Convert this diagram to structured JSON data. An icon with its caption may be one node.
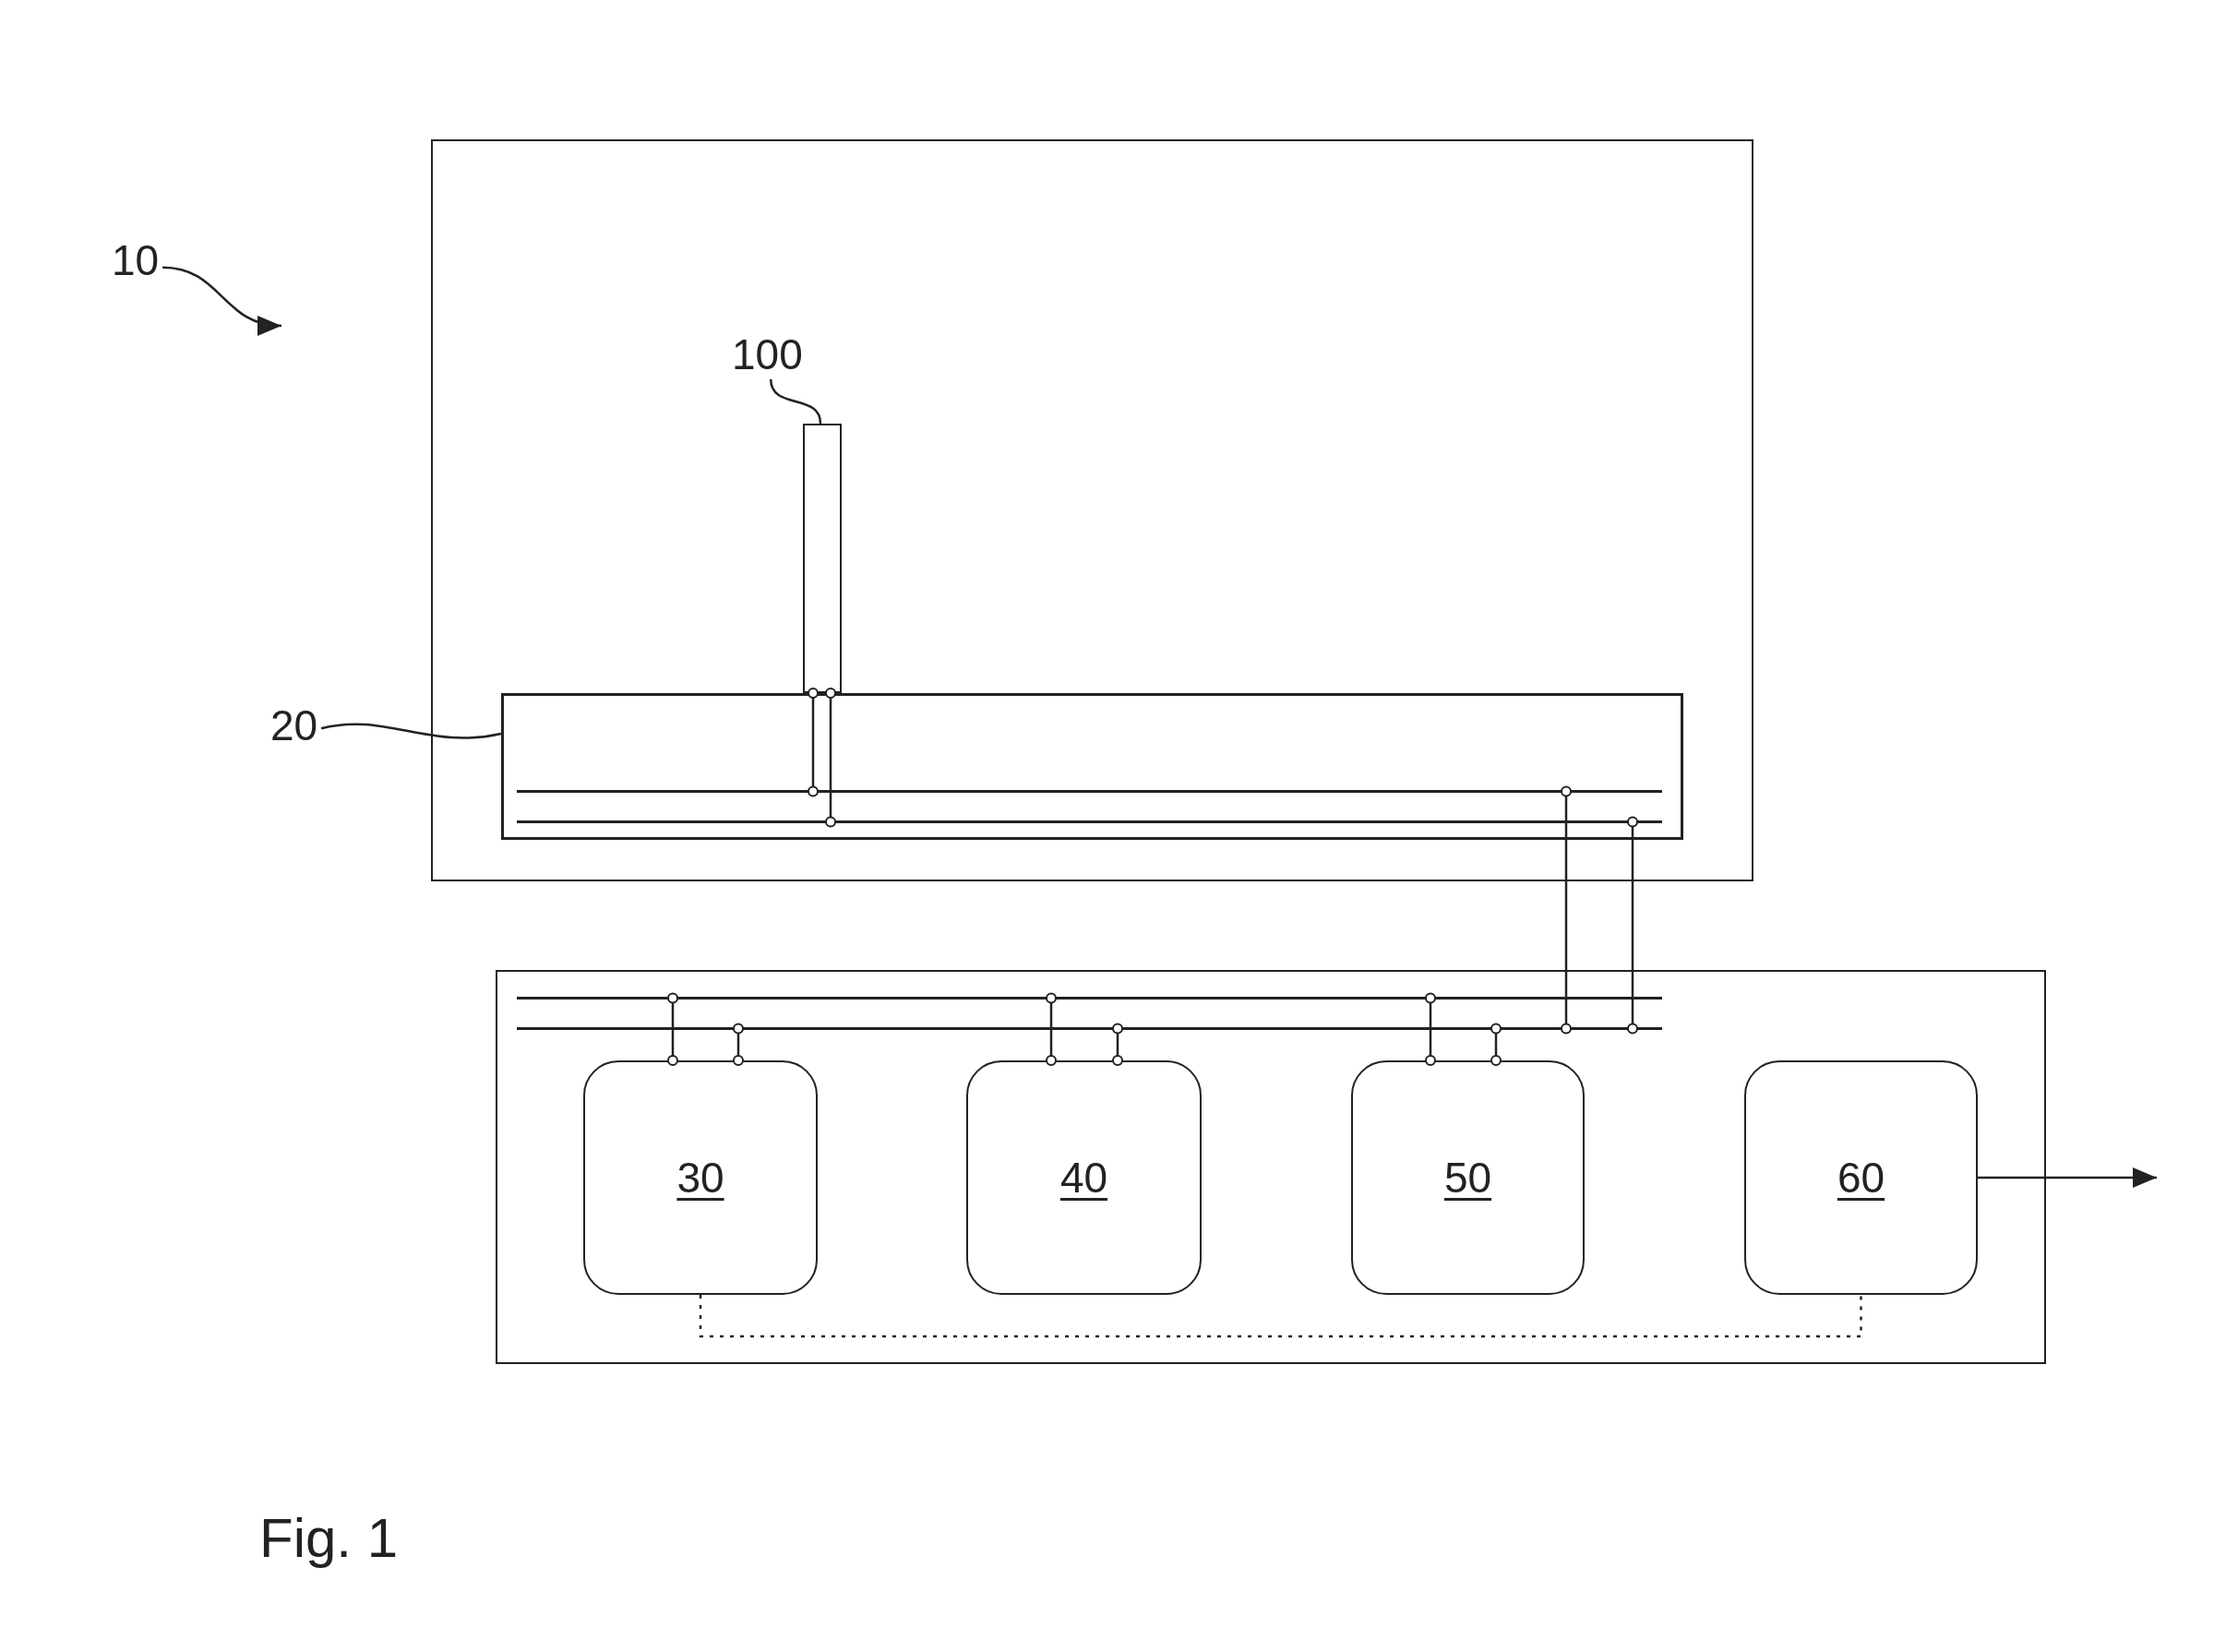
{
  "diagram": {
    "caption": "Fig. 1",
    "nodes": [
      {
        "text": [],
        "shape": "box"
      },
      {
        "text": [
          "10"
        ]
      },
      {
        "text": [
          "100"
        ],
        "in": 0
      },
      {
        "text": [],
        "shape": "bar",
        "in": 0
      },
      {
        "text": [
          "20"
        ]
      },
      {
        "text": [],
        "shape": "box",
        "in": 0
      },
      {
        "text": [],
        "shape": "line",
        "in": 5
      },
      {
        "text": [],
        "shape": "line",
        "in": 5
      },
      {
        "text": [],
        "shape": "box"
      },
      {
        "text": [],
        "shape": "line",
        "in": 8
      },
      {
        "text": [],
        "shape": "line",
        "in": 8
      },
      {
        "text": [
          "30"
        ],
        "in": 8
      },
      {
        "text": [
          "40"
        ],
        "in": 8
      },
      {
        "text": [
          "50"
        ],
        "in": 8
      },
      {
        "text": [
          "60"
        ],
        "in": 8
      }
    ],
    "edges": [
      {
        "from": 1,
        "to": null,
        "arrow": "to"
      },
      {
        "from": 2,
        "to": 3,
        "arrow": "none"
      },
      {
        "from": 4,
        "to": 5,
        "arrow": "none"
      },
      {
        "from": 3,
        "to": 6,
        "arrow": "other"
      },
      {
        "from": 3,
        "to": 7,
        "arrow": "other"
      },
      {
        "from": 6,
        "to": 10,
        "arrow": "other"
      },
      {
        "from": 7,
        "to": 10,
        "arrow": "other"
      },
      {
        "from": 9,
        "to": 11,
        "arrow": "other"
      },
      {
        "from": 10,
        "to": 11,
        "arrow": "other"
      },
      {
        "from": 9,
        "to": 12,
        "arrow": "other"
      },
      {
        "from": 10,
        "to": 12,
        "arrow": "other"
      },
      {
        "from": 9,
        "to": 13,
        "arrow": "other"
      },
      {
        "from": 10,
        "to": 13,
        "arrow": "other"
      },
      {
        "from": 11,
        "to": 14,
        "arrow": "none",
        "style": "dashed"
      },
      {
        "from": 14,
        "to": null,
        "arrow": "to"
      }
    ]
  }
}
